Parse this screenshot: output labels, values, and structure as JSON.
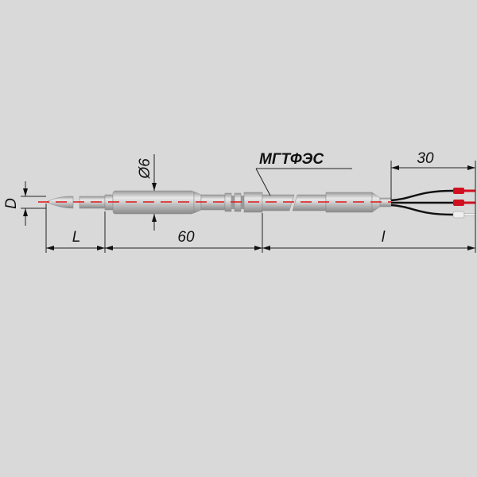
{
  "labels": {
    "diameter_probe": "D",
    "length_probe": "L",
    "length_body": "60",
    "diameter_body": "Ø6",
    "cable_type": "МГТФЭС",
    "lead_length": "30",
    "cable_length": "l"
  },
  "colors": {
    "background": "#d9d9d9",
    "axis": "#e01818",
    "metal": "#b8b8b8",
    "wire": "#111111",
    "terminal_red": "#d01020",
    "terminal_white": "#eeeeee"
  }
}
